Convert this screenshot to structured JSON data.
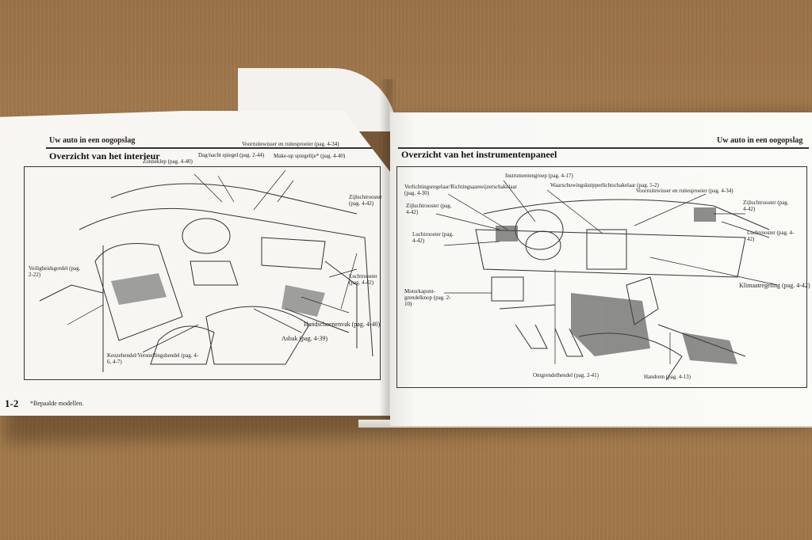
{
  "left_page": {
    "header": "Uw auto in een oogopslag",
    "section_title": "Overzicht van het interieur",
    "page_number": "1-2",
    "footnote": "*Bepaalde modellen.",
    "callouts": {
      "zonneklep": "Zonneklep (pag. 4-40)",
      "dagnacht": "Dag/nacht spiegel (pag. 2-44)",
      "voorruit": "Voorruitewisser en ruitesproeier (pag. 4-34)",
      "makeup": "Make-up spiegeltje* (pag. 4-40)",
      "zijluchtrooster": "Zijluchtrooster (pag. 4-42)",
      "veiligheidsgordel": "Veiligheidsgordel (pag. 2-22)",
      "luchtrooster": "Luchtrooster (pag. 4-42)",
      "handschoenenvak": "Handschoenenvak (pag. 4-40)",
      "asbak": "Asbak (pag. 4-39)",
      "keuzehendel": "Keuzehendel/Versnellingshendel (pag. 4-6, 4-7)"
    }
  },
  "right_page": {
    "header": "Uw auto in een oogopslag",
    "section_title": "Overzicht van het instrumentenpaneel",
    "callouts": {
      "instrumentengroep": "Instrumentengroep (pag. 4-17)",
      "verlichting": "Verlichtingsregelaar/Richtingsaanwijzerschakelaar (pag. 4-30)",
      "waarschuwing": "Waarschuwingsknipperlichtschakelaar (pag. 5-2)",
      "voorruit": "Voorruitewisser en ruitesproeier (pag. 4-34)",
      "zijluchtrooster_left": "Zijluchtrooster (pag. 4-42)",
      "zijluchtrooster_right": "Zijluchtrooster (pag. 4-42)",
      "luchtrooster_left": "Luchtrooster (pag. 4-42)",
      "luchtrooster_right": "Luchtrooster (pag. 4-42)",
      "motorkap": "Motorkapont-grendelknop (pag. 2-10)",
      "klimaat": "Klimaatregeling (pag. 4-42)",
      "ontgrendel": "Ontgrendelhendel (pag. 2-41)",
      "handrem": "Handrem (pag. 4-13)"
    }
  },
  "colors": {
    "table": "#a0784d",
    "paper": "#f7f6f2",
    "ink": "#222222"
  }
}
